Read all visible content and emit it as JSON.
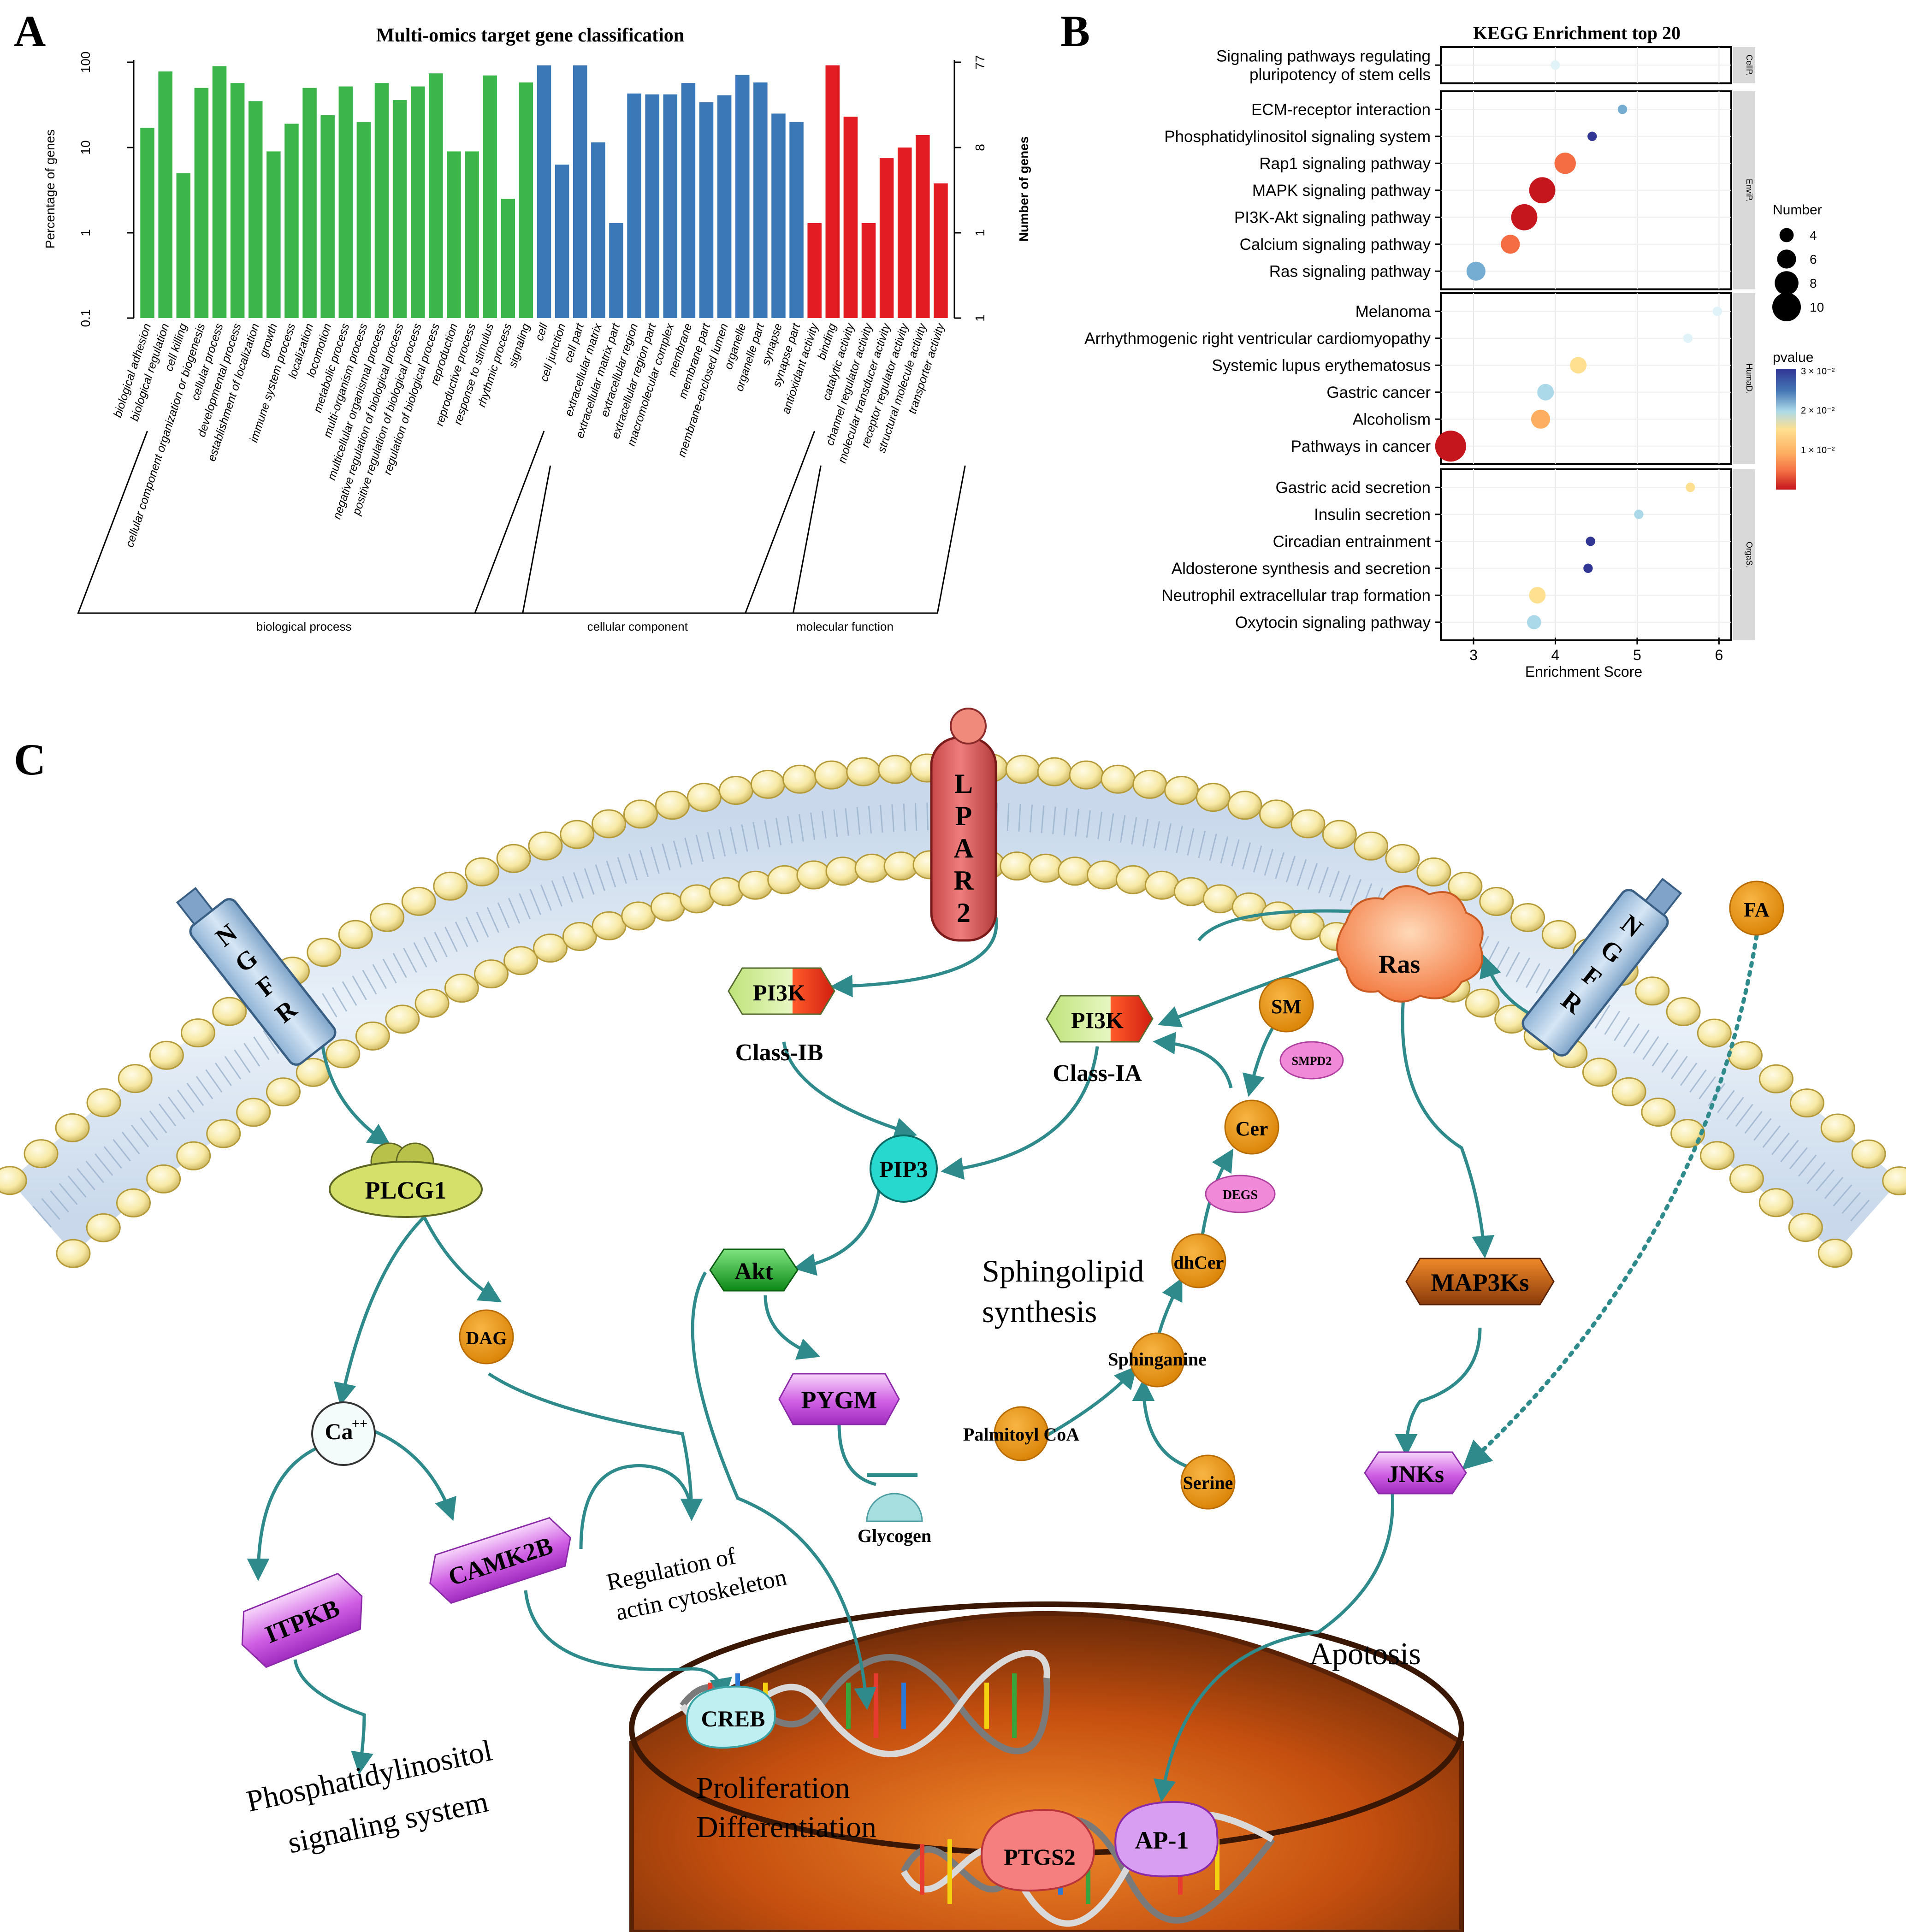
{
  "panels": {
    "a": "A",
    "b": "B",
    "c": "C"
  },
  "chart_data": [
    {
      "type": "bar",
      "title": "Multi-omics target gene classification",
      "ylabel": "Percentage of genes",
      "ylabel_right": "Number of genes",
      "yscale": "log",
      "ylim": [
        0.1,
        100
      ],
      "yticks": [
        "0.1",
        "1",
        "10",
        "100"
      ],
      "yticks_right": [
        "1",
        "1",
        "8",
        "77"
      ],
      "categories": [
        "biological adhesion",
        "biological regulation",
        "cell killing",
        "cellular component organization or biogenesis",
        "cellular process",
        "developmental process",
        "establishment of localization",
        "growth",
        "immune system process",
        "localization",
        "locomotion",
        "metabolic process",
        "multi-organism process",
        "multicellular organismal process",
        "negative regulation of biological process",
        "positive regulation of biological process",
        "regulation of biological process",
        "reproduction",
        "reproductive process",
        "response to stimulus",
        "rhythmic process",
        "signaling",
        "cell",
        "cell junction",
        "cell part",
        "extracellular matrix",
        "extracellular matrix part",
        "extracellular region",
        "extracellular region part",
        "macromolecular complex",
        "membrane",
        "membrane part",
        "membrane-enclosed lumen",
        "organelle",
        "organelle part",
        "synapse",
        "synapse part",
        "antioxidant activity",
        "binding",
        "catalytic activity",
        "channel regulator activity",
        "molecular transducer activity",
        "receptor regulator activity",
        "structural molecule activity",
        "transporter activity"
      ],
      "values": [
        17,
        78,
        5,
        50,
        90,
        57,
        35,
        9,
        19,
        50,
        24,
        52,
        20,
        57,
        36,
        52,
        74,
        9,
        9,
        70,
        2.5,
        58,
        92,
        6.3,
        92,
        11.5,
        1.3,
        43,
        42,
        42,
        57,
        34,
        41,
        71,
        58,
        25,
        20,
        1.3,
        92,
        23,
        1.3,
        7.5,
        10,
        14,
        3.8
      ],
      "groups": [
        {
          "name": "biological process",
          "start": 0,
          "count": 22,
          "color": "#3cb54a"
        },
        {
          "name": "cellular component",
          "start": 22,
          "count": 15,
          "color": "#3b78b7"
        },
        {
          "name": "molecular function",
          "start": 37,
          "count": 8,
          "color": "#e31c23"
        }
      ]
    },
    {
      "type": "scatter",
      "title": "KEGG Enrichment top 20",
      "xlabel": "Enrichment Score",
      "xlim": [
        2.6,
        6.15
      ],
      "xticks": [
        "3",
        "4",
        "5",
        "6"
      ],
      "size_legend_title": "Number",
      "size_legend": [
        4,
        6,
        8,
        10
      ],
      "color_legend_title": "pvalue",
      "color_legend_labels": [
        "3 × 10⁻²",
        "2 × 10⁻²",
        "1 × 10⁻²"
      ],
      "colormap": [
        "#c4161c",
        "#f46d43",
        "#fdae61",
        "#fee090",
        "#e0f3f8",
        "#abd9e9",
        "#74add1",
        "#4575b4",
        "#313695"
      ],
      "facets": [
        {
          "label": "CellP.",
          "terms": [
            {
              "name": "Signaling pathways regulating\npluripotency of stem cells",
              "x": 4.0,
              "n": 2,
              "p": 0.015
            }
          ]
        },
        {
          "label": "EnviP.",
          "terms": [
            {
              "name": "ECM-receptor interaction",
              "x": 4.82,
              "n": 2,
              "p": 0.022
            },
            {
              "name": "Phosphatidylinositol signaling system",
              "x": 4.45,
              "n": 2,
              "p": 0.03
            },
            {
              "name": "Rap1 signaling pathway",
              "x": 4.12,
              "n": 7,
              "p": 0.003
            },
            {
              "name": "MAPK signaling pathway",
              "x": 3.84,
              "n": 9,
              "p": 0.001
            },
            {
              "name": "PI3K-Akt signaling pathway",
              "x": 3.62,
              "n": 9,
              "p": 0.001
            },
            {
              "name": "Calcium signaling pathway",
              "x": 3.45,
              "n": 6,
              "p": 0.006
            },
            {
              "name": "Ras signaling pathway",
              "x": 3.03,
              "n": 6,
              "p": 0.022
            }
          ]
        },
        {
          "label": "HumaD.",
          "terms": [
            {
              "name": "Melanoma",
              "x": 5.98,
              "n": 2,
              "p": 0.015
            },
            {
              "name": "Arrhythmogenic right ventricular cardiomyopathy",
              "x": 5.62,
              "n": 2,
              "p": 0.015
            },
            {
              "name": "Systemic lupus erythematosus",
              "x": 4.28,
              "n": 5,
              "p": 0.012
            },
            {
              "name": "Gastric cancer",
              "x": 3.88,
              "n": 5,
              "p": 0.019
            },
            {
              "name": "Alcoholism",
              "x": 3.82,
              "n": 6,
              "p": 0.01
            },
            {
              "name": "Pathways in cancer",
              "x": 2.72,
              "n": 11,
              "p": 0.001
            }
          ]
        },
        {
          "label": "OrgaS.",
          "terms": [
            {
              "name": "Gastric acid secretion",
              "x": 5.65,
              "n": 2,
              "p": 0.013
            },
            {
              "name": "Insulin secretion",
              "x": 5.02,
              "n": 2,
              "p": 0.02
            },
            {
              "name": "Circadian entrainment",
              "x": 4.43,
              "n": 2,
              "p": 0.03
            },
            {
              "name": "Aldosterone synthesis and secretion",
              "x": 4.4,
              "n": 2,
              "p": 0.03
            },
            {
              "name": "Neutrophil extracellular trap formation",
              "x": 3.78,
              "n": 5,
              "p": 0.011
            },
            {
              "name": "Oxytocin signaling pathway",
              "x": 3.74,
              "n": 4,
              "p": 0.019
            }
          ]
        }
      ]
    }
  ],
  "pathway": {
    "lpar2": [
      "L",
      "P",
      "A",
      "R",
      "2"
    ],
    "ngfr": [
      "N",
      "G",
      "F",
      "R"
    ],
    "nodes": {
      "pi3k": "PI3K",
      "class_ib": "Class-IB",
      "class_ia": "Class-IA",
      "pip3": "PIP3",
      "akt": "Akt",
      "pygm": "PYGM",
      "glycogen": "Glycogen",
      "plcg1": "PLCG1",
      "dag": "DAG",
      "ca": "Ca",
      "ca_sup": "++",
      "camk2b": "CAMK2B",
      "itpkb": "ITPKB",
      "ras": "Ras",
      "map3ks": "MAP3Ks",
      "jnks": "JNKs",
      "fa": "FA",
      "sm": "SM",
      "smpd2": "SMPD2",
      "cer": "Cer",
      "degs": "DEGS",
      "dhcer": "dhCer",
      "sphinganine": "Sphinganine",
      "palmitoyl": "Palmitoyl CoA",
      "serine": "Serine",
      "creb": "CREB",
      "ptgs2": "PTGS2",
      "ap1": "AP-1"
    },
    "labels": {
      "sphingo1": "Sphingolipid",
      "sphingo2": "synthesis",
      "reg1": "Regulation of",
      "reg2": "actin cytoskeleton",
      "apoptosis": "Apotosis",
      "prolif": "Proliferation",
      "diff": "Differentiation",
      "phos1": "Phosphatidylinositol",
      "phos2": "signaling system"
    }
  }
}
